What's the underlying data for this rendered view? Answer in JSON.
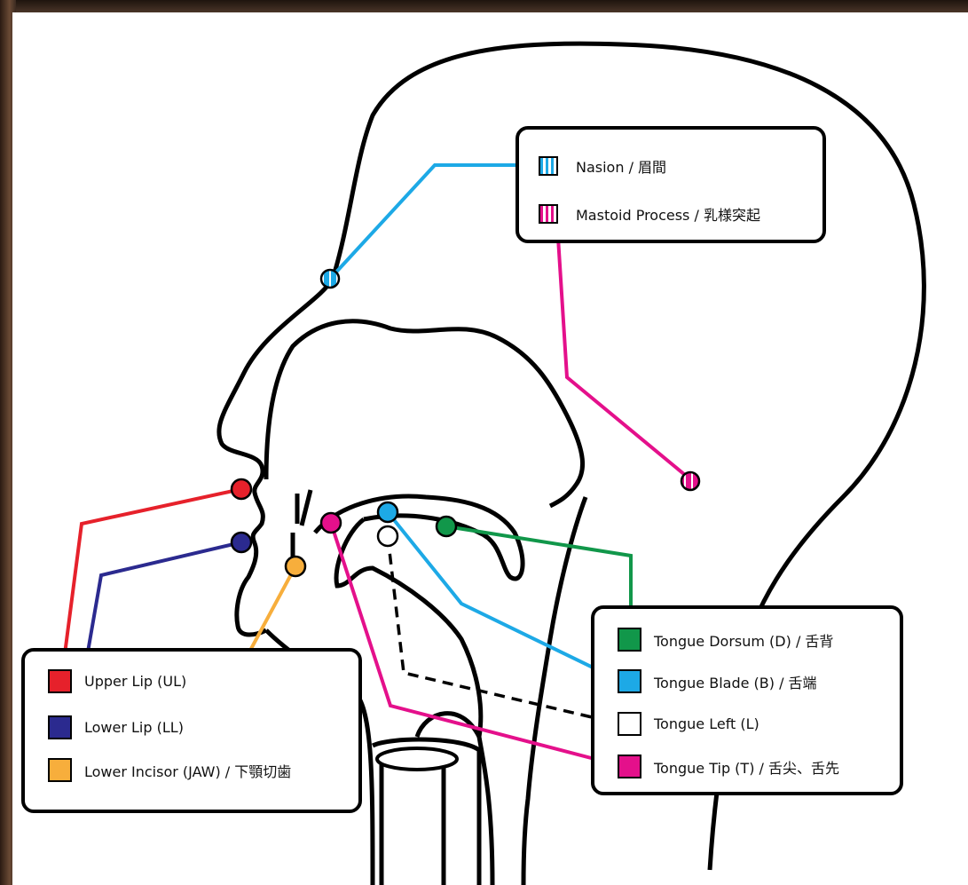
{
  "colors": {
    "nasion": "#1da9e6",
    "mastoid": "#e4108b",
    "upper_lip": "#e6212b",
    "lower_lip": "#2b2a8f",
    "lower_incisor": "#f7ae3c",
    "tongue_dorsum": "#11974a",
    "tongue_blade": "#1da9e6",
    "tongue_left": "#ffffff",
    "tongue_tip": "#e4108b"
  },
  "reference_legend": {
    "nasion": "Nasion / 眉間",
    "mastoid": "Mastoid Process / 乳様突起"
  },
  "lip_legend": {
    "upper_lip": "Upper Lip (UL)",
    "lower_lip": "Lower Lip (LL)",
    "lower_incisor": "Lower Incisor (JAW) / 下顎切歯"
  },
  "tongue_legend": {
    "dorsum": "Tongue Dorsum (D)  / 舌背",
    "blade": "Tongue Blade (B) / 舌端",
    "left": "Tongue Left (L)",
    "tip": "Tongue Tip (T) / 舌尖、舌先"
  }
}
